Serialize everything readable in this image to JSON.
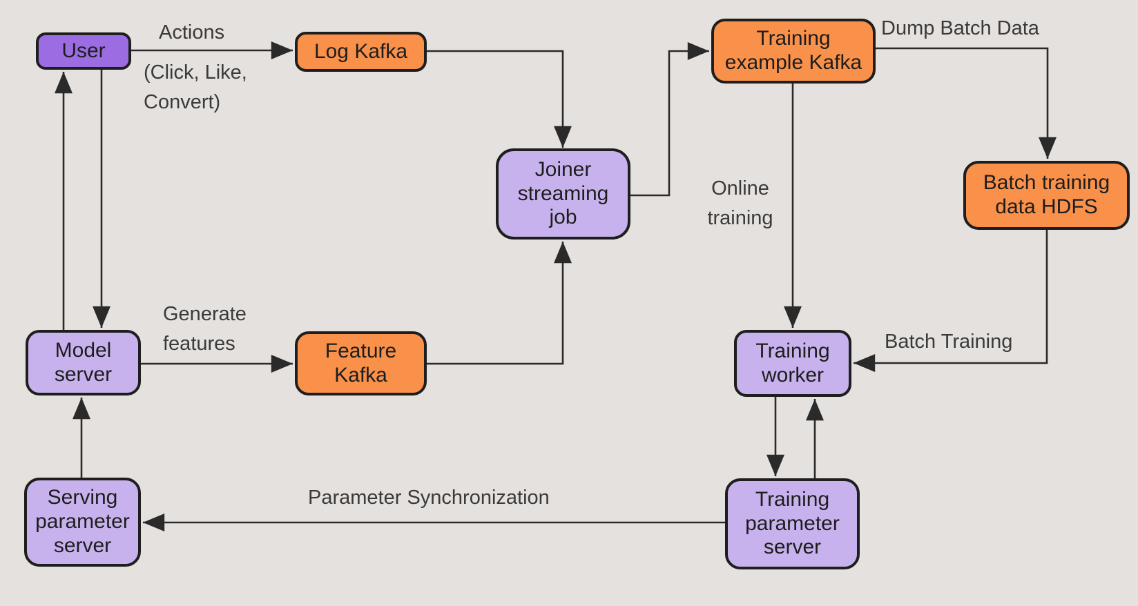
{
  "diagram": {
    "colors": {
      "background": "#e5e1de",
      "orange": "#f9914a",
      "purple": "#9c6de2",
      "light_purple": "#c8b2ee",
      "stroke": "#1e1e1e",
      "line": "#2a2a2a",
      "node_text": "#1d1d1d",
      "label_text": "#3a3a3a"
    },
    "nodes": {
      "user": {
        "label": "User",
        "color": "purple"
      },
      "log_kafka": {
        "label": "Log Kafka",
        "color": "orange"
      },
      "training_example_kafka": {
        "label": "Training example Kafka",
        "color": "orange"
      },
      "batch_training_data_hdfs": {
        "label": "Batch training data HDFS",
        "color": "orange"
      },
      "joiner_streaming_job": {
        "label": "Joiner streaming job",
        "color": "light_purple"
      },
      "model_server": {
        "label": "Model server",
        "color": "light_purple"
      },
      "feature_kafka": {
        "label": "Feature Kafka",
        "color": "orange"
      },
      "training_worker": {
        "label": "Training worker",
        "color": "light_purple"
      },
      "serving_parameter_server": {
        "label": "Serving parameter server",
        "color": "light_purple"
      },
      "training_parameter_server": {
        "label": "Training parameter server",
        "color": "light_purple"
      }
    },
    "edge_labels": {
      "actions": "Actions",
      "actions_detail": "(Click, Like, Convert)",
      "dump_batch_data": "Dump Batch Data",
      "online_training": "Online training",
      "generate_features": "Generate features",
      "batch_training": "Batch Training",
      "parameter_synchronization": "Parameter Synchronization"
    },
    "edges": [
      {
        "from": "user",
        "to": "log_kafka",
        "label_key": "actions"
      },
      {
        "from": "log_kafka",
        "to": "joiner_streaming_job",
        "label_key": ""
      },
      {
        "from": "feature_kafka",
        "to": "joiner_streaming_job",
        "label_key": ""
      },
      {
        "from": "joiner_streaming_job",
        "to": "training_example_kafka",
        "label_key": ""
      },
      {
        "from": "training_example_kafka",
        "to": "batch_training_data_hdfs",
        "label_key": "dump_batch_data"
      },
      {
        "from": "training_example_kafka",
        "to": "training_worker",
        "label_key": "online_training"
      },
      {
        "from": "batch_training_data_hdfs",
        "to": "training_worker",
        "label_key": "batch_training"
      },
      {
        "from": "user",
        "to": "model_server",
        "label_key": ""
      },
      {
        "from": "model_server",
        "to": "user",
        "label_key": ""
      },
      {
        "from": "model_server",
        "to": "feature_kafka",
        "label_key": "generate_features"
      },
      {
        "from": "serving_parameter_server",
        "to": "model_server",
        "label_key": ""
      },
      {
        "from": "training_worker",
        "to": "training_parameter_server",
        "label_key": ""
      },
      {
        "from": "training_parameter_server",
        "to": "training_worker",
        "label_key": ""
      },
      {
        "from": "training_parameter_server",
        "to": "serving_parameter_server",
        "label_key": "parameter_synchronization"
      }
    ]
  }
}
